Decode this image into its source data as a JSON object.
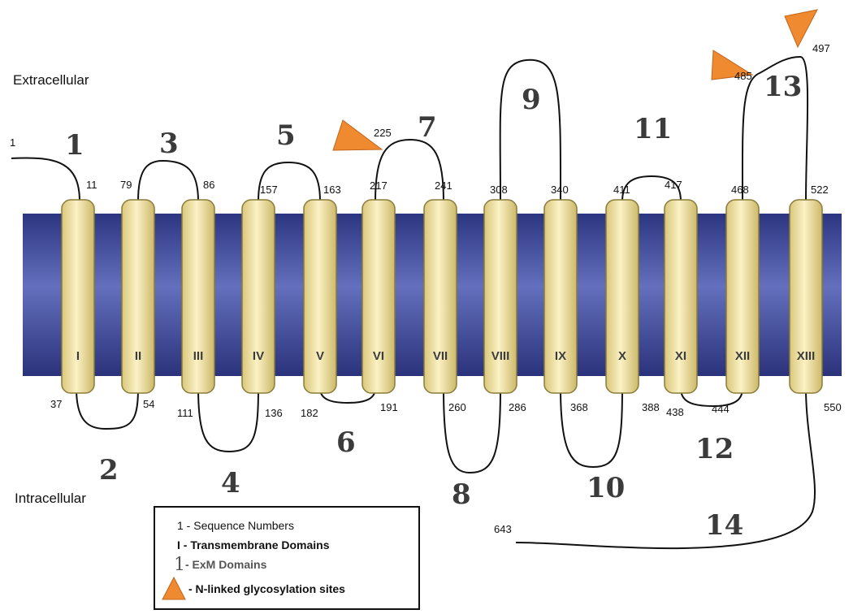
{
  "regions": {
    "extracellular": "Extracellular",
    "intracellular": "Intracellular"
  },
  "colors": {
    "membrane": "#303a8a",
    "membrane_highlight": "#5b66b8",
    "helix": "#f1e3a0",
    "helix_edge": "#8a7b3a",
    "glycosylation": "#f08a30",
    "line": "#111111"
  },
  "helices": [
    "I",
    "II",
    "III",
    "IV",
    "V",
    "VI",
    "VII",
    "VIII",
    "IX",
    "X",
    "XI",
    "XII",
    "XIII"
  ],
  "sequence_numbers": {
    "n_terminus": "1",
    "top": [
      "11",
      "79",
      "86",
      "157",
      "163",
      "217",
      "241",
      "308",
      "340",
      "411",
      "417",
      "468",
      "522"
    ],
    "bottom": [
      "37",
      "54",
      "111",
      "136",
      "182",
      "191",
      "260",
      "286",
      "368",
      "388",
      "438",
      "444",
      "550"
    ],
    "glycosylation": [
      "225",
      "485",
      "497"
    ],
    "c_terminus": "643"
  },
  "loops": [
    "1",
    "2",
    "3",
    "4",
    "5",
    "6",
    "7",
    "8",
    "9",
    "10",
    "11",
    "12",
    "13",
    "14"
  ],
  "legend": {
    "sequence_numbers": "1 - Sequence Numbers",
    "transmembrane": "I - Transmembrane Domains",
    "exm_symbol": "1",
    "exm_domains": " - ExM Domains",
    "glycosylation": "- N-linked glycosylation sites"
  }
}
